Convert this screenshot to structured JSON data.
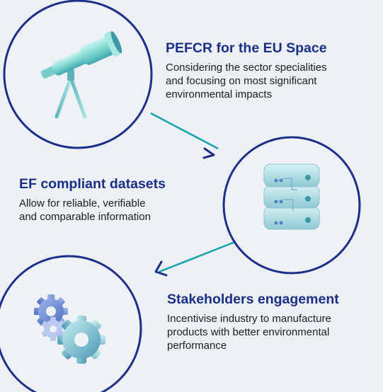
{
  "steps": [
    {
      "title": "PEFCR for the EU Space",
      "lines": [
        "Considering the sector specialities",
        "and focusing on most significant",
        "environmental impacts"
      ],
      "icon": "telescope-icon"
    },
    {
      "title": "EF compliant datasets",
      "lines": [
        "Allow for reliable, verifiable",
        "and comparable information"
      ],
      "icon": "server-stack-icon"
    },
    {
      "title": "Stakeholders engagement",
      "lines": [
        "Incentivise industry to manufacture",
        "products with better environmental",
        "performance"
      ],
      "icon": "gears-icon"
    }
  ],
  "colors": {
    "circle_stroke": "#1c2f8a",
    "connector": "#13a3ad",
    "arrowhead": "#1c2f8a",
    "title": "#1a2f87",
    "text": "#1d1d1d",
    "background": "#edf0f5"
  }
}
